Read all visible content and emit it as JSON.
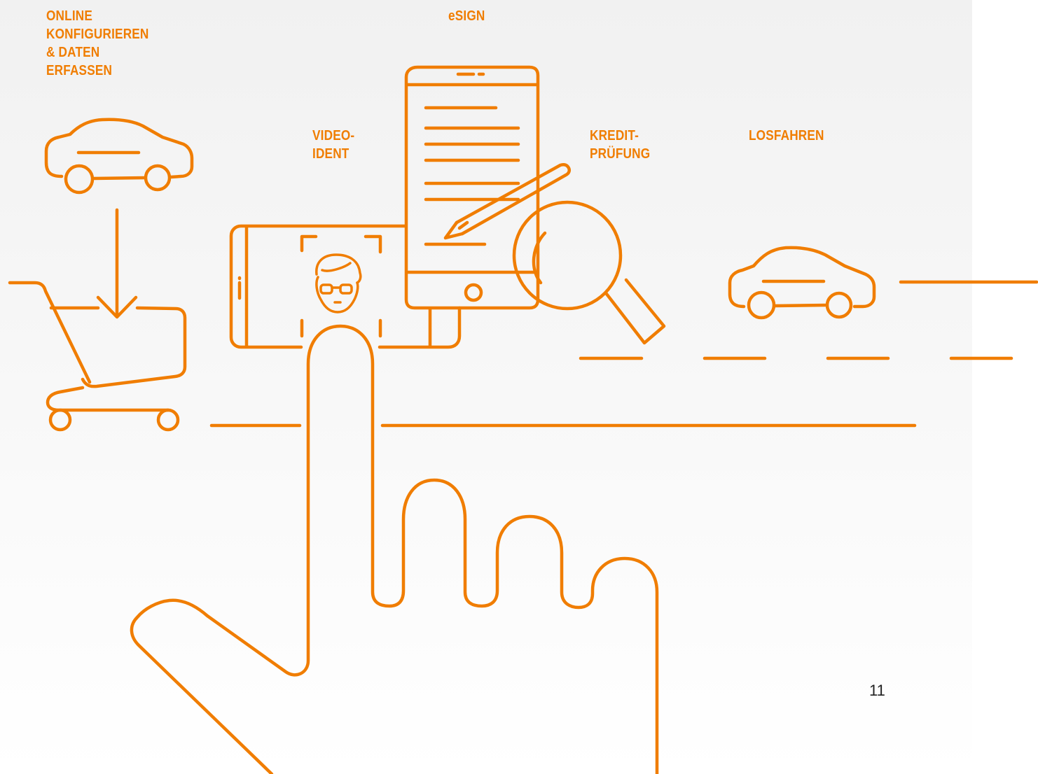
{
  "accent_color": "#f07d00",
  "labels": {
    "online": [
      "ONLINE",
      "KONFIGURIEREN",
      "& DATEN",
      "ERFASSEN"
    ],
    "esign": [
      "eSIGN"
    ],
    "videoident": [
      "VIDEO-",
      "IDENT"
    ],
    "kredit": [
      "KREDIT-",
      "PRÜFUNG"
    ],
    "losfahren": [
      "LOSFAHREN"
    ]
  },
  "icons": [
    "car-icon",
    "arrow-down-icon",
    "shopping-cart-icon",
    "smartphone-landscape-icon",
    "face-icon",
    "tablet-document-icon",
    "pencil-icon",
    "magnifier-icon",
    "car-driving-icon",
    "road-lines-icon",
    "pointing-hand-icon"
  ],
  "page_number": "11"
}
